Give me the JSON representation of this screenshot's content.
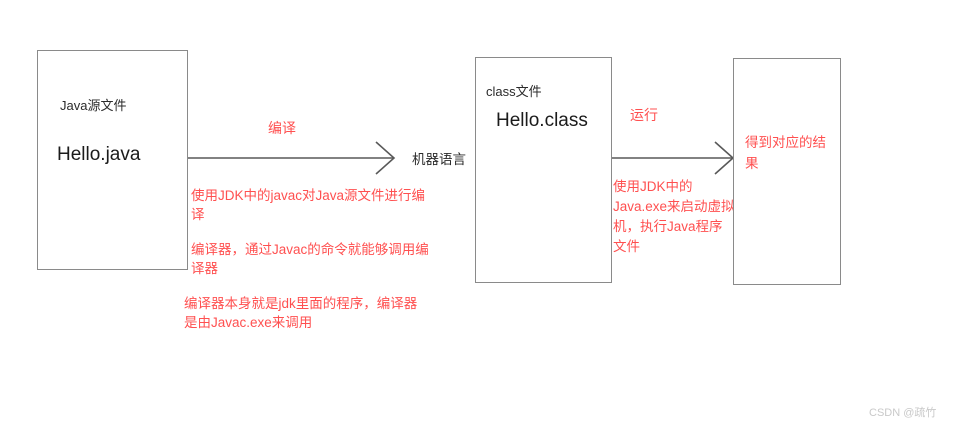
{
  "diagram": {
    "boxes": {
      "source": {
        "title": "Java源文件",
        "file": "Hello.java"
      },
      "classfile": {
        "title": "class文件",
        "file": "Hello.class"
      },
      "result": {
        "text": "得到对应的结果"
      }
    },
    "arrows": {
      "compile_label": "编译",
      "run_label": "运行",
      "machine_language_label": "机器语言"
    },
    "notes": {
      "compile_1": "使用JDK中的javac对Java源文件进行编译",
      "compile_2": "编译器，通过Javac的命令就能够调用编译器",
      "compile_3": "编译器本身就是jdk里面的程序，编译器是由Javac.exe来调用",
      "run_1": "使用JDK中的Java.exe来启动虚拟机，执行Java程序文件"
    },
    "colors": {
      "annotation_red": "#ff5050",
      "box_border": "#8a8a8a",
      "arrow_stroke": "#595959",
      "watermark": "#c9c9c9"
    }
  },
  "watermark": {
    "text": "CSDN @疏竹"
  }
}
